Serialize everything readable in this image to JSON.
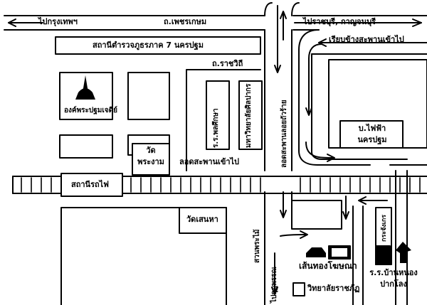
{
  "roads": {
    "to_bangkok": "ไปกรุงเทพฯ",
    "phetkasem_rd": "ถ.เพชรเกษม",
    "to_ratchaburi_kanchanaburi": "ไปราชบุรี, กาญจนบุรี",
    "along_bridge": "เรียบข้างสะพานเข้าไป",
    "rachawithi_rd": "ถ.ราชวิถี",
    "underpass_left": "ลอดสะพานเข้าไป",
    "underpass_vertical": "ลอดสะพานลอยถัวร้าย",
    "to_kutprun": "ไปกุฏพรรณ",
    "suan_phra_nai": "สวนพระไม้"
  },
  "places": {
    "police_station": "สถานีตำรวจภูธรภาค 7 นครปฐม",
    "phra_pathom_chedi": "องค์พระปฐมเจดีย์",
    "school_phonla": "ร.ร.พลศึกษา",
    "silpakorn": "มหาวิทยาลัยศิลปากร",
    "wat_phra_ngam_1": "วัด",
    "wat_phra_ngam_2": "พระงาม",
    "train_station": "สถานีรถไฟ",
    "wat_sanehar": "วัดเสนหา",
    "nakhon_pathom_company_1": "บ.ไฟฟ้า",
    "nakhon_pathom_company_2": "นครปฐม",
    "stores": "กระจังเกร",
    "saem_thong_kosana": "เส้นทองโฆษณา",
    "rajabhat": "วิทยาลัยราชภัฏ",
    "ban_nong_school_1": "ร.ร.บ้านหนอง",
    "ban_nong_school_2": "ปากโลง"
  },
  "icons": {
    "chedi": "chedi-icon",
    "hand_pointer": "pointing-hand-icon",
    "car": "car-icon"
  }
}
